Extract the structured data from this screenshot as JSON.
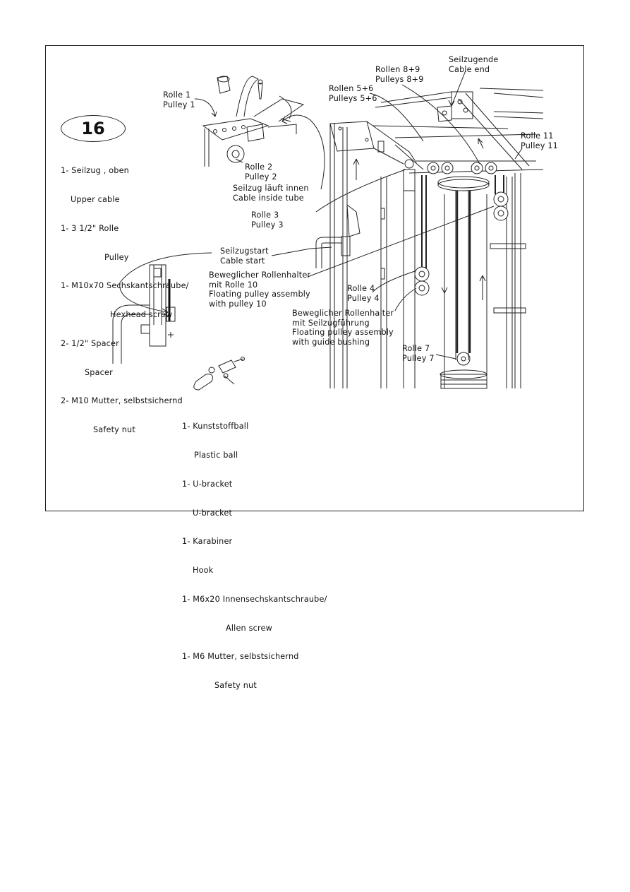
{
  "step_number": "16",
  "parts_list_1": [
    {
      "line": "1- Seilzug , oben",
      "sub": "Upper cable"
    },
    {
      "line": "1- 3 1/2\" Rolle",
      "sub": "Pulley"
    },
    {
      "line": "1- M10x70 Sechskantschraube/",
      "sub": "Hexhead screw"
    },
    {
      "line": "2- 1/2\" Spacer",
      "sub": "Spacer"
    },
    {
      "line": "2- M10 Mutter, selbstsichernd",
      "sub": "Safety nut"
    }
  ],
  "parts_list_2": [
    {
      "line": "1- Kunststoffball",
      "sub": "Plastic ball"
    },
    {
      "line": "1- U-bracket",
      "sub": "U-bracket"
    },
    {
      "line": "1- Karabiner",
      "sub": "Hook"
    },
    {
      "line": "1- M6x20 Innensechskantschraube/",
      "sub": "Allen screw"
    },
    {
      "line": "1- M6 Mutter, selbstsichernd",
      "sub": "Safety nut"
    }
  ],
  "labels": {
    "pulley1": "Rolle 1\nPulley 1",
    "pulley2": "Rolle 2\nPulley 2",
    "cable_inside": "Seilzug läuft innen\nCable inside tube",
    "pulley3": "Rolle 3\nPulley 3",
    "cable_start": "Seilzugstart\nCable start",
    "floating10": "Beweglicher Rollenhalter\nmit Rolle 10\nFloating pulley assembly\nwith pulley 10",
    "pulley4": "Rolle 4\nPulley 4",
    "floating_guide": "Beweglicher Rollenhalter\nmit Seilzugführung\nFloating pulley assembly\nwith guide bushing",
    "pulley7": "Rolle 7\nPulley 7",
    "pulleys56": "Rollen 5+6\nPulleys 5+6",
    "pulleys89": "Rollen 8+9\nPulleys 8+9",
    "cable_end": "Seilzugende\nCable end",
    "pulley11": "Rolle 11\nPulley 11"
  }
}
